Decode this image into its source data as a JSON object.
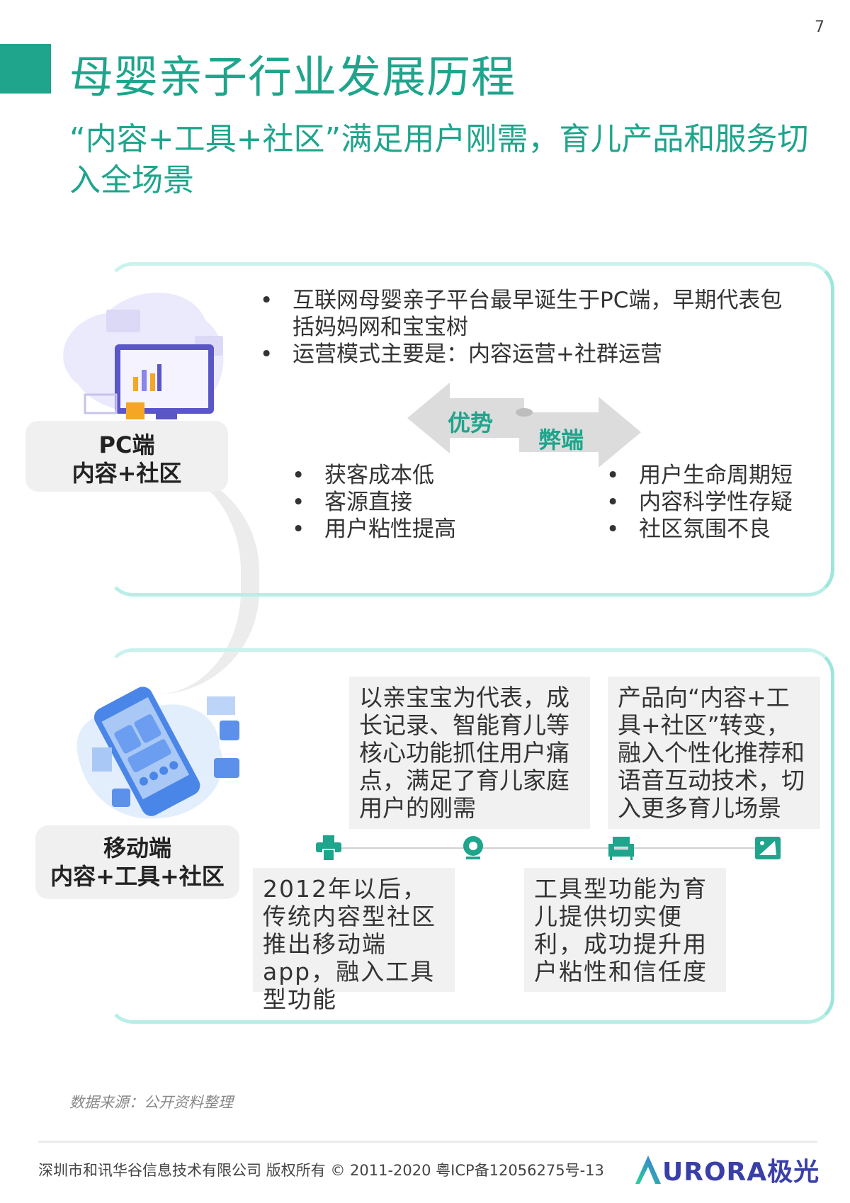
{
  "page": {
    "number": "7"
  },
  "header": {
    "title": "母婴亲子行业发展历程",
    "subtitle": "“内容+工具+社区”满足用户刚需，育儿产品和服务切入全场景"
  },
  "pc_section": {
    "card_line1": "PC端",
    "card_line2": "内容+社区",
    "intro_bullets": [
      "互联网母婴亲子平台最早诞生于PC端，早期代表包括妈妈网和宝宝树",
      "运营模式主要是：内容运营+社群运营"
    ],
    "pros_label": "优势",
    "cons_label": "弊端",
    "pros": [
      "获客成本低",
      "客源直接",
      "用户粘性提高"
    ],
    "cons": [
      "用户生命周期短",
      "内容科学性存疑",
      "社区氛围不良"
    ]
  },
  "mobile_section": {
    "card_line1": "移动端",
    "card_line2": "内容+工具+社区",
    "top_boxes": [
      "以亲宝宝为代表，成长记录、智能育儿等核心功能抓住用户痛点，满足了育儿家庭用户的刚需",
      "产品向“内容+工具+社区”转变，融入个性化推荐和语音互动技术，切入更多育儿场景"
    ],
    "bottom_boxes": [
      "2012年以后，传统内容型社区推出移动端app，融入工具型功能",
      "工具型功能为育儿提供切实便利，成功提升用户粘性和信任度"
    ],
    "timeline_icons": [
      "printer-icon",
      "webcam-icon",
      "armchair-icon",
      "image-icon"
    ]
  },
  "colors": {
    "accent": "#1ea58c",
    "box_border": "#9ee6dd",
    "card_bg": "#f0f0f0",
    "logo": "#3a3fa8"
  },
  "footer": {
    "source": "数据来源：公开资料整理",
    "copyright": "深圳市和讯华谷信息技术有限公司 版权所有 © 2011-2020 粤ICP备12056275号-13",
    "logo_text": "URORA极光"
  }
}
